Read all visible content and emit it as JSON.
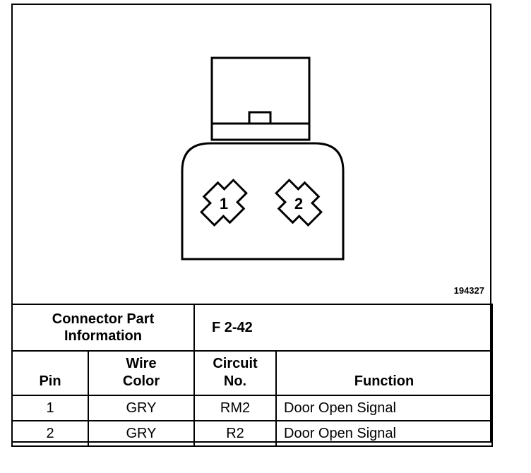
{
  "figure_id": "194327",
  "connector": {
    "pins": [
      "1",
      "2"
    ]
  },
  "table": {
    "part_info_label_line1": "Connector Part",
    "part_info_label_line2": "Information",
    "part_info_value": "F 2-42",
    "headers": {
      "pin": "Pin",
      "wire_color_line1": "Wire",
      "wire_color_line2": "Color",
      "circuit_line1": "Circuit",
      "circuit_line2": "No.",
      "function": "Function"
    },
    "rows": [
      {
        "pin": "1",
        "wire_color": "GRY",
        "circuit": "RM2",
        "function": "Door Open Signal"
      },
      {
        "pin": "2",
        "wire_color": "GRY",
        "circuit": "R2",
        "function": "Door Open Signal"
      }
    ]
  }
}
